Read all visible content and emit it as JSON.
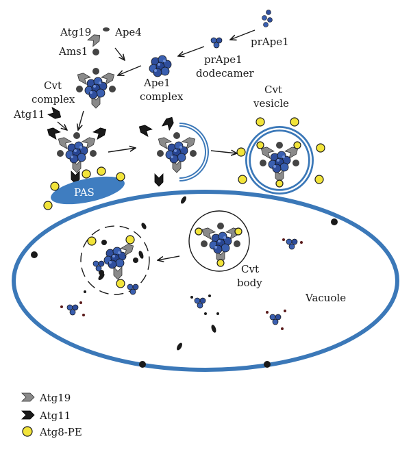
{
  "labels": {
    "atg19": "Atg19",
    "ape4": "Ape4",
    "ams1": "Ams1",
    "prape1_top": "prApe1",
    "prape1_dodecamer_line1": "prApe1",
    "prape1_dodecamer_line2": "dodecamer",
    "ape1_complex_line1": "Ape1",
    "ape1_complex_line2": "complex",
    "cvt_complex_line1": "Cvt",
    "cvt_complex_line2": "complex",
    "atg11": "Atg11",
    "cvt_vesicle_line1": "Cvt",
    "cvt_vesicle_line2": "vesicle",
    "pas": "PAS",
    "cvt_body_line1": "Cvt",
    "cvt_body_line2": "body",
    "vacuole": "Vacuole"
  },
  "legend": {
    "items": [
      {
        "label": "Atg19",
        "icon": "gray-chevron-icon"
      },
      {
        "label": "Atg11",
        "icon": "black-chevron-icon"
      },
      {
        "label": "Atg8-PE",
        "icon": "yellow-circle-icon"
      }
    ]
  },
  "colors": {
    "membrane": "#3b78b8",
    "pas_fill": "#3f7dc0",
    "atg8": "#f2e43a",
    "ape1": "#2f4e9c",
    "atg19": "#8a8a8a",
    "atg11": "#1a1a1a"
  }
}
